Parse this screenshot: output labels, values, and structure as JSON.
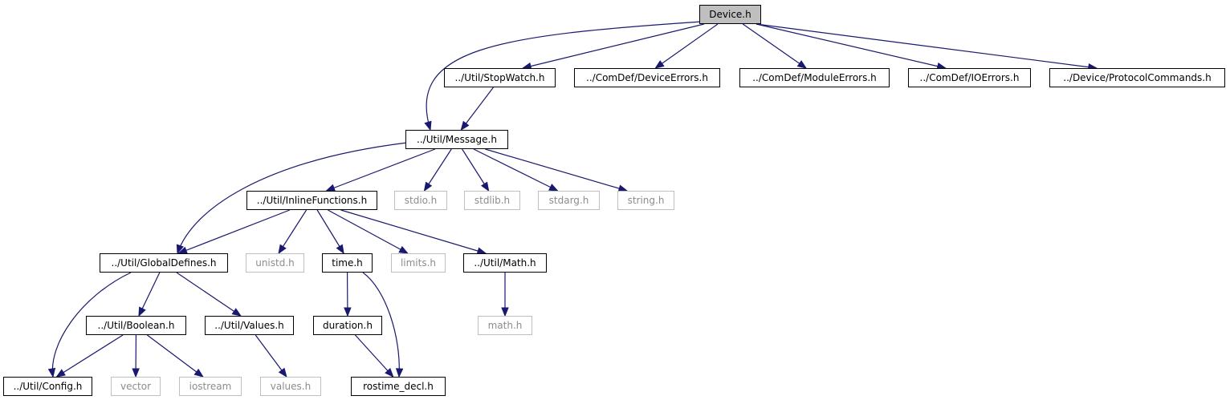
{
  "graph": {
    "root": "Device.h",
    "edge_color": "#191970",
    "root_fill": "#bfbfbf",
    "external_border_color": "#bfbfbf",
    "nodes": [
      {
        "id": "device",
        "label": "Device.h",
        "kind": "root"
      },
      {
        "id": "stopwatch",
        "label": "../Util/StopWatch.h",
        "kind": "local"
      },
      {
        "id": "deviceerrors",
        "label": "../ComDef/DeviceErrors.h",
        "kind": "local"
      },
      {
        "id": "moduleerrors",
        "label": "../ComDef/ModuleErrors.h",
        "kind": "local"
      },
      {
        "id": "ioerrors",
        "label": "../ComDef/IOErrors.h",
        "kind": "local"
      },
      {
        "id": "protocolcommands",
        "label": "../Device/ProtocolCommands.h",
        "kind": "local"
      },
      {
        "id": "message",
        "label": "../Util/Message.h",
        "kind": "local"
      },
      {
        "id": "inlinefunctions",
        "label": "../Util/InlineFunctions.h",
        "kind": "local"
      },
      {
        "id": "stdio",
        "label": "stdio.h",
        "kind": "external"
      },
      {
        "id": "stdlib",
        "label": "stdlib.h",
        "kind": "external"
      },
      {
        "id": "stdarg",
        "label": "stdarg.h",
        "kind": "external"
      },
      {
        "id": "string",
        "label": "string.h",
        "kind": "external"
      },
      {
        "id": "globaldefines",
        "label": "../Util/GlobalDefines.h",
        "kind": "local"
      },
      {
        "id": "unistd",
        "label": "unistd.h",
        "kind": "external"
      },
      {
        "id": "time",
        "label": "time.h",
        "kind": "local"
      },
      {
        "id": "limits",
        "label": "limits.h",
        "kind": "external"
      },
      {
        "id": "mathlocal",
        "label": "../Util/Math.h",
        "kind": "local"
      },
      {
        "id": "boolean",
        "label": "../Util/Boolean.h",
        "kind": "local"
      },
      {
        "id": "values",
        "label": "../Util/Values.h",
        "kind": "local"
      },
      {
        "id": "duration",
        "label": "duration.h",
        "kind": "local"
      },
      {
        "id": "mathh",
        "label": "math.h",
        "kind": "external"
      },
      {
        "id": "config",
        "label": "../Util/Config.h",
        "kind": "local"
      },
      {
        "id": "vector",
        "label": "vector",
        "kind": "external"
      },
      {
        "id": "iostream",
        "label": "iostream",
        "kind": "external"
      },
      {
        "id": "valuesh",
        "label": "values.h",
        "kind": "external"
      },
      {
        "id": "rostime",
        "label": "rostime_decl.h",
        "kind": "local"
      }
    ],
    "edges": [
      {
        "from": "device",
        "to": "message"
      },
      {
        "from": "device",
        "to": "stopwatch"
      },
      {
        "from": "device",
        "to": "deviceerrors"
      },
      {
        "from": "device",
        "to": "moduleerrors"
      },
      {
        "from": "device",
        "to": "ioerrors"
      },
      {
        "from": "device",
        "to": "protocolcommands"
      },
      {
        "from": "stopwatch",
        "to": "message"
      },
      {
        "from": "message",
        "to": "globaldefines"
      },
      {
        "from": "message",
        "to": "inlinefunctions"
      },
      {
        "from": "message",
        "to": "stdio"
      },
      {
        "from": "message",
        "to": "stdlib"
      },
      {
        "from": "message",
        "to": "stdarg"
      },
      {
        "from": "message",
        "to": "string"
      },
      {
        "from": "inlinefunctions",
        "to": "globaldefines"
      },
      {
        "from": "inlinefunctions",
        "to": "unistd"
      },
      {
        "from": "inlinefunctions",
        "to": "time"
      },
      {
        "from": "inlinefunctions",
        "to": "limits"
      },
      {
        "from": "inlinefunctions",
        "to": "mathlocal"
      },
      {
        "from": "globaldefines",
        "to": "config"
      },
      {
        "from": "globaldefines",
        "to": "boolean"
      },
      {
        "from": "globaldefines",
        "to": "values"
      },
      {
        "from": "boolean",
        "to": "config"
      },
      {
        "from": "boolean",
        "to": "vector"
      },
      {
        "from": "boolean",
        "to": "iostream"
      },
      {
        "from": "values",
        "to": "valuesh"
      },
      {
        "from": "time",
        "to": "duration"
      },
      {
        "from": "time",
        "to": "rostime"
      },
      {
        "from": "duration",
        "to": "rostime"
      },
      {
        "from": "mathlocal",
        "to": "mathh"
      }
    ]
  }
}
